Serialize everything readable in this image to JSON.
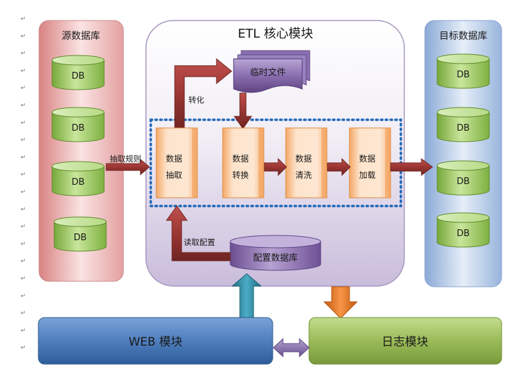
{
  "title": "ETL 核心模块",
  "source_panel": {
    "title": "源数据库",
    "dbs": [
      "DB",
      "DB",
      "DB",
      "DB"
    ]
  },
  "target_panel": {
    "title": "目标数据库",
    "dbs": [
      "DB",
      "DB",
      "DB",
      "DB"
    ]
  },
  "temp_file": {
    "label": "临时文件"
  },
  "config_db": {
    "label": "配置数据库"
  },
  "steps": [
    {
      "line1": "数据",
      "line2": "抽取"
    },
    {
      "line1": "数据",
      "line2": "转换"
    },
    {
      "line1": "数据",
      "line2": "清洗"
    },
    {
      "line1": "数据",
      "line2": "加载"
    }
  ],
  "edge_labels": {
    "extract_rules": "抽取规则",
    "convert": "转化",
    "read_config": "读取配置"
  },
  "web_module": {
    "label": "WEB 模块"
  },
  "log_module": {
    "label": "日志模块"
  },
  "colors": {
    "source_panel": "#e7a7a7",
    "target_panel": "#a9c1e2",
    "core_panel": "#e3dcec",
    "db_green": "#8dc24b",
    "arrow_red": "#943634",
    "purple": "#8064a2",
    "step_orange": "#f9c08b",
    "dotted_blue": "#1f66b8",
    "web_blue": "#4f81bd",
    "log_green": "#9bbb59",
    "teal": "#31859c",
    "orange_arrow": "#e36c09"
  }
}
